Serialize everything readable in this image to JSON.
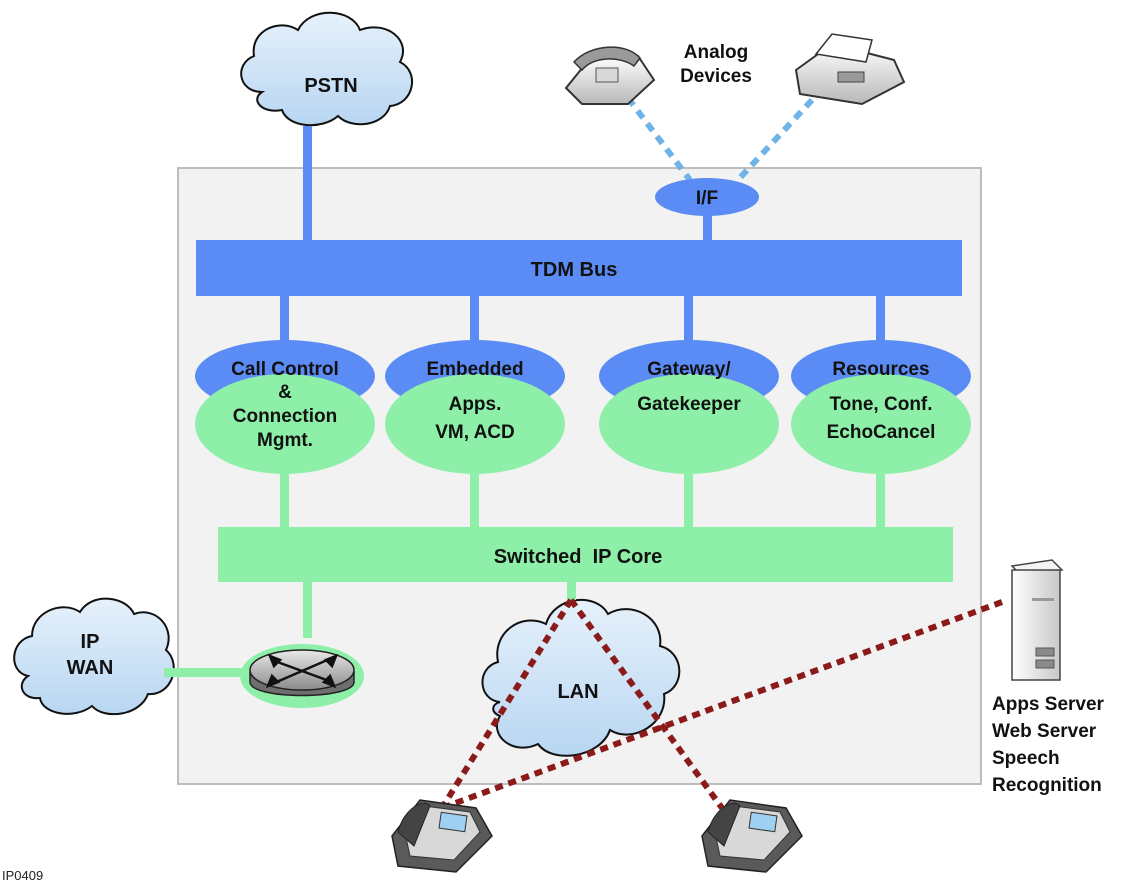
{
  "labels": {
    "pstn": "PSTN",
    "analog_devices": [
      "Analog",
      "Devices"
    ],
    "interface": "I/F",
    "tdm_bus": "TDM Bus",
    "switched_ip_core": "Switched  IP Core",
    "ip_wan": [
      "IP",
      "WAN"
    ],
    "lan": "LAN",
    "apps_server": [
      "Apps Server",
      "Web Server",
      "Speech",
      "Recognition"
    ],
    "figure_id": "IP0409"
  },
  "modules": [
    {
      "id": "call-control",
      "lines": [
        "Call Control",
        "&",
        "Connection",
        "Mgmt."
      ]
    },
    {
      "id": "embedded-apps",
      "lines": [
        "Embedded",
        "Apps.",
        "VM, ACD"
      ]
    },
    {
      "id": "gateway",
      "lines": [
        "Gateway/",
        "Gatekeeper"
      ]
    },
    {
      "id": "resources",
      "lines": [
        "Resources",
        "Tone, Conf.",
        "EchoCancel"
      ]
    }
  ],
  "colors": {
    "tdm_blue": "#5b8cf5",
    "ip_green": "#8ef0a8",
    "cloud_fill": "#cfe4f6",
    "panel": "#f2f2f2",
    "lan_link": "#8b1a1a",
    "analog_link": "#6fb4e8"
  },
  "icons": [
    "analog-phone-icon",
    "fax-machine-icon",
    "router-icon",
    "server-icon",
    "ip-phone-icon"
  ]
}
